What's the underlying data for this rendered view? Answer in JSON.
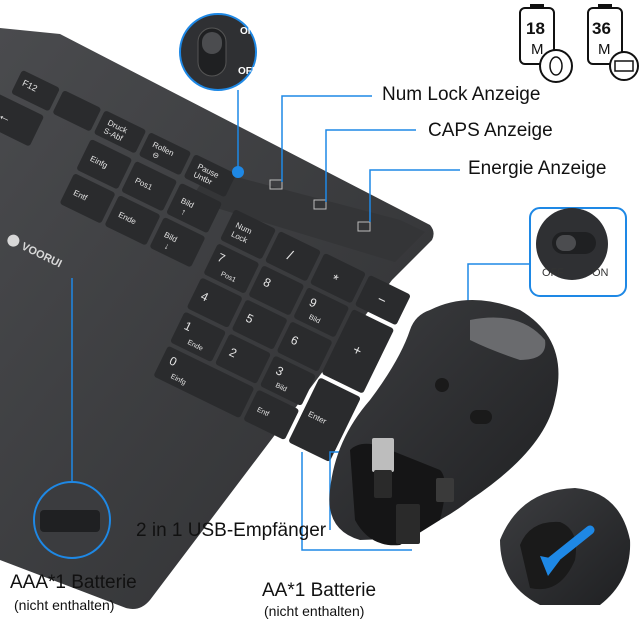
{
  "switch_keyboard": {
    "on": "ON",
    "off": "OFF"
  },
  "switch_mouse": {
    "off": "OFF",
    "on": "ON"
  },
  "callouts": {
    "num_lock": "Num Lock Anzeige",
    "caps": "CAPS Anzeige",
    "energy": "Energie Anzeige",
    "usb_receiver": "2 in 1 USB-Empfänger",
    "aaa_battery": "AAA*1 Batterie",
    "aaa_note": "(nicht enthalten)",
    "aa_battery": "AA*1 Batterie",
    "aa_note": "(nicht enthalten)"
  },
  "badges": [
    {
      "value": "18",
      "unit": "M",
      "device": "mouse"
    },
    {
      "value": "36",
      "unit": "M",
      "device": "keyboard"
    }
  ],
  "brand": "VOORUI",
  "keys": {
    "f12": "F12",
    "druck": "Druck",
    "s_abf": "S-Abf",
    "rollen": "Rollen",
    "rollen2": "⊖",
    "pause": "Pause",
    "untbr": "Untbr",
    "einfg": "Einfg",
    "pos1": "Pos1",
    "bild_up": "Bild",
    "entf": "Entf",
    "ende": "Ende",
    "bild_down": "Bild",
    "num": "Num",
    "lock": "Lock",
    "n7": "7",
    "n8": "8",
    "n9": "9",
    "n4": "4",
    "n5": "5",
    "n6": "6",
    "n1": "1",
    "n2": "2",
    "n3": "3",
    "n0": "0",
    "pos1_np": "Pos1",
    "bild_np9": "Bild",
    "ende_np": "Ende",
    "bild_np3": "Bild",
    "einfg_np": "Einfg",
    "entf_np": "Entf",
    "enter": "Enter",
    "slash": "/",
    "star": "*",
    "minus": "−",
    "plus": "+"
  },
  "colors": {
    "accent_blue": "#1e88e5",
    "keyboard": "#3a3b3d",
    "key": "#2b2c2e"
  }
}
